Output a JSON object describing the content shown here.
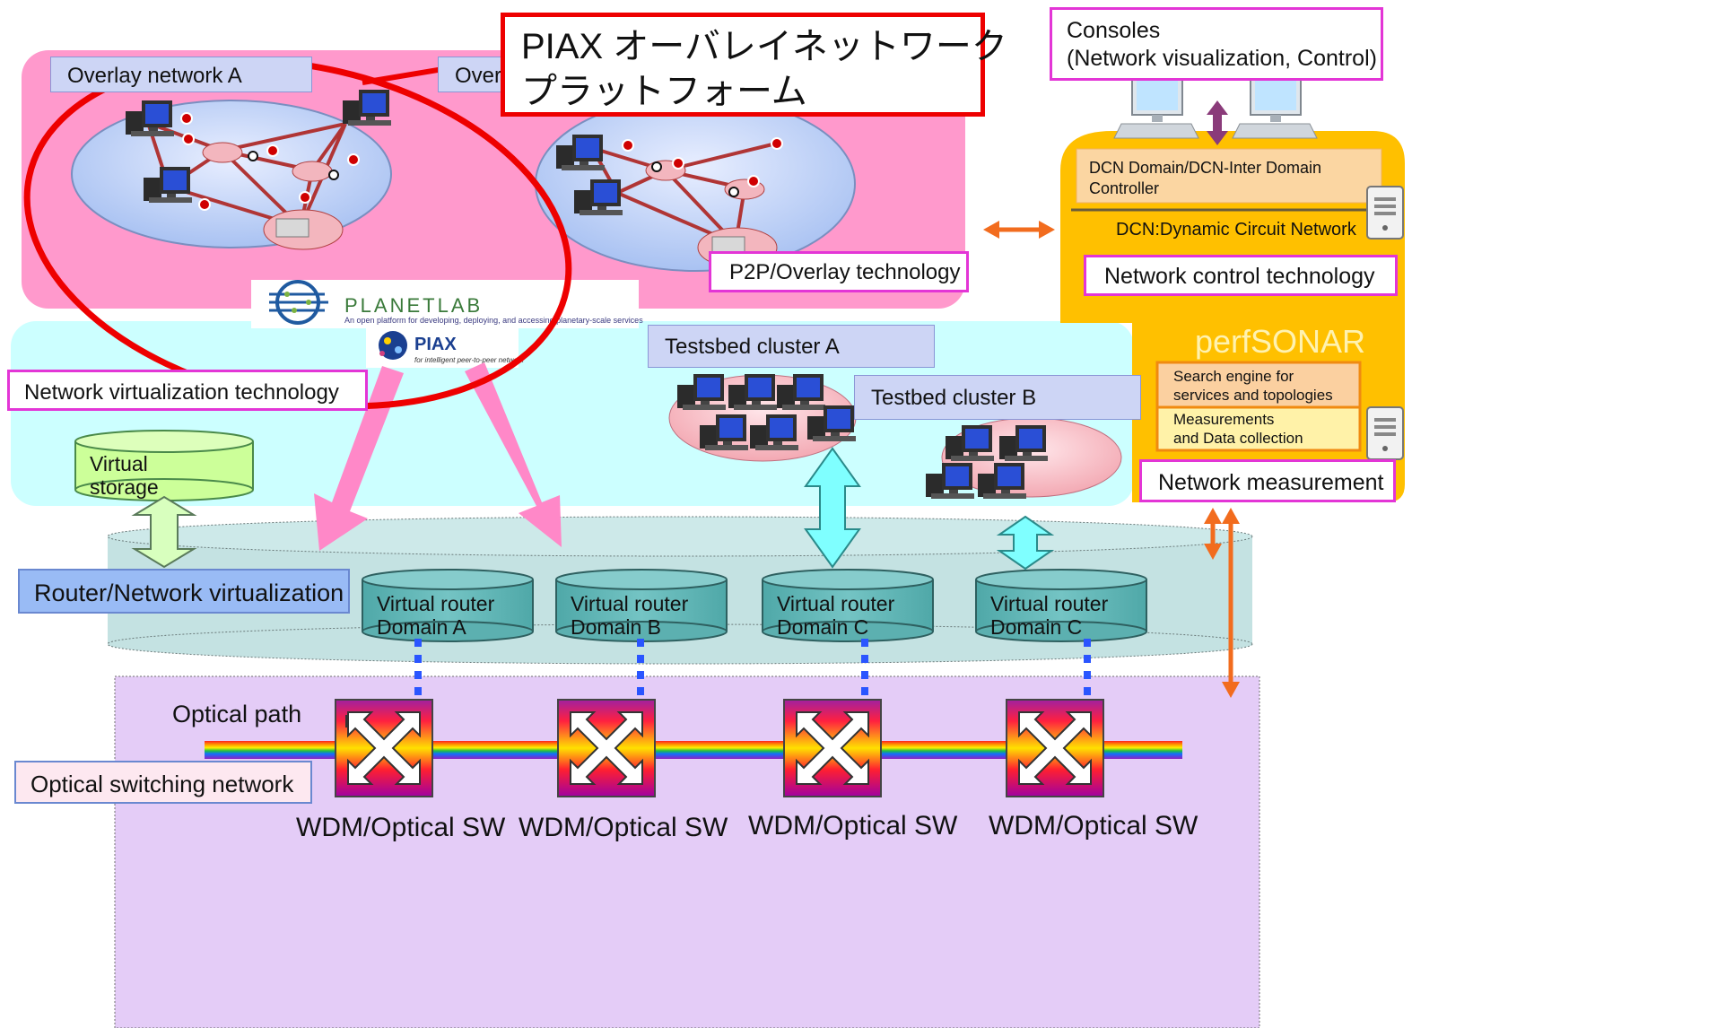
{
  "overlay": {
    "network_a": "Overlay network A",
    "network_b_partial": "Overl",
    "callout_line1": "PIAX オーバレイネットワーク",
    "callout_line2": "プラットフォーム",
    "technology": "P2P/Overlay technology"
  },
  "planetlab": {
    "name": "PLANETLAB",
    "tagline": "An open platform for developing, deploying, and accessing planetary-scale services"
  },
  "piax": {
    "name": "PIAX",
    "tagline": "for intelligent peer-to-peer network"
  },
  "consoles": {
    "line1": "Consoles",
    "line2": "(Network visualization, Control)"
  },
  "dcn": {
    "controller_line1": "DCN Domain/DCN-Inter Domain",
    "controller_line2": "Controller",
    "definition": "DCN:Dynamic Circuit Network",
    "technology": "Network control technology"
  },
  "perfsonar": {
    "name": "perfSONAR",
    "search_line1": "Search engine for",
    "search_line2": "services and topologies",
    "measure_line1": "Measurements",
    "measure_line2": "and Data collection",
    "technology": "Network measurement"
  },
  "virtualization": {
    "technology": "Network virtualization technology",
    "cluster_a": "Testsbed cluster A",
    "cluster_b": "Testbed cluster B",
    "storage_line1": "Virtual",
    "storage_line2": "storage"
  },
  "router_layer": {
    "label": "Router/Network virtualization",
    "routers": [
      {
        "line1": "Virtual router",
        "line2": "Domain A"
      },
      {
        "line1": "Virtual router",
        "line2": "Domain B"
      },
      {
        "line1": "Virtual router",
        "line2": "Domain C"
      },
      {
        "line1": "Virtual router",
        "line2": "Domain C"
      }
    ]
  },
  "optical": {
    "path_label": "Optical path",
    "network_label": "Optical switching network",
    "switches": [
      "WDM/Optical SW",
      "WDM/Optical SW",
      "WDM/Optical SW",
      "WDM/Optical SW"
    ]
  },
  "colors": {
    "overlay_panel": "#ff99cc",
    "virtualization_panel": "#ccffff",
    "control_panel": "#ffc000",
    "router_layer": "#c4e2e2",
    "optical_panel": "#e4ccf7",
    "callout_red": "#ee0000",
    "arrow_pink": "#ff88c8",
    "arrow_cyan": "#7fffff",
    "arrow_orange": "#f26c1e"
  }
}
